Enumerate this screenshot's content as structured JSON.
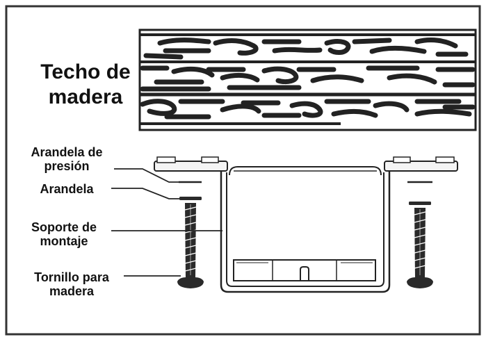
{
  "title_label": {
    "line1": "Techo de",
    "line2": "madera"
  },
  "callouts": {
    "lock_washer": {
      "line1": "Arandela de",
      "line2": "presión"
    },
    "washer": {
      "line1": "Arandela"
    },
    "mount_bracket": {
      "line1": "Soporte de",
      "line2": "montaje"
    },
    "wood_screw": {
      "line1": "Tornillo para",
      "line2": "madera"
    }
  },
  "colors": {
    "ink": "#222222",
    "border": "#333333",
    "wood_fill": "#ffffff",
    "grain": "#2b2b2b",
    "metal_light": "#f4f4f4",
    "screw_body": "#2a2a2a"
  }
}
